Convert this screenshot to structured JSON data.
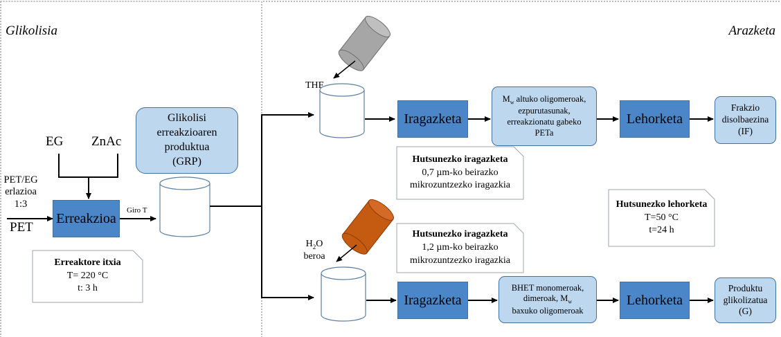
{
  "sections": {
    "left": "Glikolisia",
    "right": "Arazketa"
  },
  "inputs": {
    "eg": "EG",
    "znac": "ZnAc",
    "ratio_line1": "PET/EG",
    "ratio_line2": "erlazioa",
    "ratio_line3": "1:3",
    "pet": "PET",
    "thf": "THF",
    "h2o": "H",
    "h2o_sub": "2",
    "h2o_after": "O",
    "beroa": "beroa"
  },
  "reactor": {
    "label": "Erreakzioa",
    "arrow_label": "Giro T",
    "note_title": "Erreaktore itxia",
    "note_line1": "T= 220 °C",
    "note_line2": "t: 3 h"
  },
  "grp": {
    "line1": "Glikolisi",
    "line2": "erreakzioaren",
    "line3": "produktua",
    "line4": "(GRP)"
  },
  "top_branch": {
    "filter_label": "Iragazketa",
    "residue_pre": "M",
    "residue_sub": "w",
    "residue_line1": " altuko oligomeroak,",
    "residue_line2": "ezpurutasunak,",
    "residue_line3": "erreakzionatu gabeko",
    "residue_line4": "PETa",
    "dry_label": "Lehorketa",
    "product_line1": "Frakzio",
    "product_line2": "disolbaezina",
    "product_line3": "(IF)",
    "filter_note_title": "Hutsunezko iragazketa",
    "filter_note_line1": "0,7 µm-ko beirazko",
    "filter_note_line2": "mikrozuntzezko iragazkia"
  },
  "bottom_branch": {
    "filter_label": "Iragazketa",
    "residue_line1": "BHET monomeroak,",
    "residue_line2": "dimeroak, M",
    "residue_sub": "w",
    "residue_line3": "baxuko oligomeroak",
    "dry_label": "Lehorketa",
    "product_line1": "Produktu",
    "product_line2": "glikolizatua",
    "product_line3": "(G)",
    "filter_note_title": "Hutsunezko iragazketa",
    "filter_note_line1": "1,2 µm-ko beirazko",
    "filter_note_line2": "mikrozuntzezko iragazkia"
  },
  "dry_note": {
    "title": "Hutsunezko lehorketa",
    "line1": "T=50 °C",
    "line2": "t=24 h"
  },
  "colors": {
    "dark_box": "#4a86c8",
    "light_box": "#bdd7ee",
    "border": "#41719c",
    "thf_cylinder": "#a6a6a6",
    "water_cylinder": "#c55a11"
  }
}
